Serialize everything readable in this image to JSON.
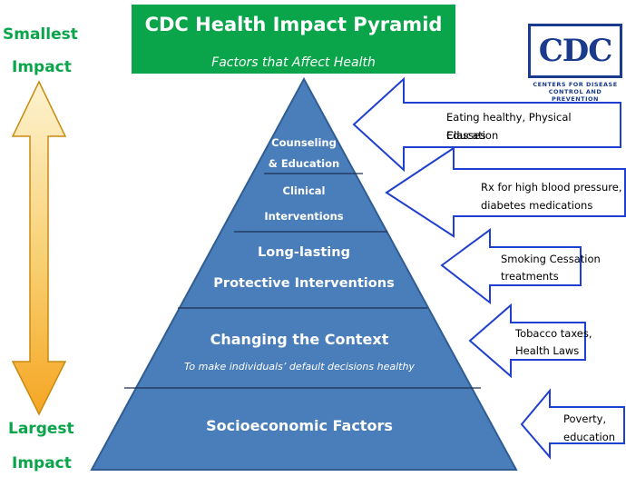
{
  "header": {
    "title": "CDC Health Impact Pyramid",
    "subtitle": "Factors that Affect Health"
  },
  "scale": {
    "top_line1": "Smallest",
    "top_line2": "Impact",
    "bottom_line1": "Largest",
    "bottom_line2": "Impact"
  },
  "logo": {
    "text": "CDC",
    "tagline1": "CENTERS FOR DISEASE",
    "tagline2": "CONTROL AND PREVENTION"
  },
  "tiers": [
    {
      "line1": "Counseling",
      "line2": "& Education"
    },
    {
      "line1": "Clinical",
      "line2": "Interventions"
    },
    {
      "line1": "Long-lasting",
      "line2": "Protective Interventions"
    },
    {
      "line1": "Changing the Context",
      "sub": "To make individuals’ default decisions healthy"
    },
    {
      "line1": "Socioeconomic Factors"
    }
  ],
  "examples": [
    {
      "line1": "Eating healthy, Physical Education",
      "line2": "Classes"
    },
    {
      "line1": "Rx for high blood pressure,",
      "line2": "diabetes medications"
    },
    {
      "line1": "Smoking Cessation",
      "line2": "treatments"
    },
    {
      "line1": "Tobacco taxes,",
      "line2": "Health Laws"
    },
    {
      "line1": "Poverty,",
      "line2": "education"
    }
  ],
  "colors": {
    "header_green": "#0aa54a",
    "impact_green": "#0aa54a",
    "pyramid_blue": "#4a7ebb",
    "pyramid_border": "#2f5d93",
    "arrow_outline": "#1f3fd0",
    "cdc_blue": "#1a3b8c",
    "scale_arrow_light": "#fdf3d0",
    "scale_arrow_dark": "#f5a623"
  }
}
